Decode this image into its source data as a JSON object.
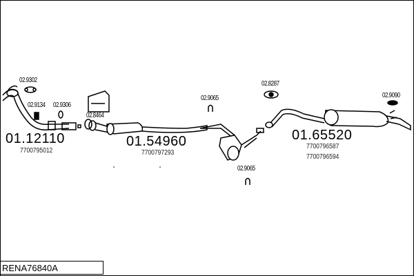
{
  "diagram_code": "RENA76840A",
  "assemblies": [
    {
      "number": "01.12110",
      "oem": [
        "7700795012"
      ]
    },
    {
      "number": "01.54960",
      "oem": [
        "7700797293"
      ]
    },
    {
      "number": "01.65520",
      "oem": [
        "7700796587",
        "7700796594"
      ]
    }
  ],
  "parts": {
    "p9302": "02.9302",
    "p9134": "02.9134",
    "p9306": "02.9306",
    "p8464": "02.8464",
    "p9065a": "02.9065",
    "p9065b": "02.9065",
    "p8287": "02.8287",
    "p9090": "02.9090"
  }
}
